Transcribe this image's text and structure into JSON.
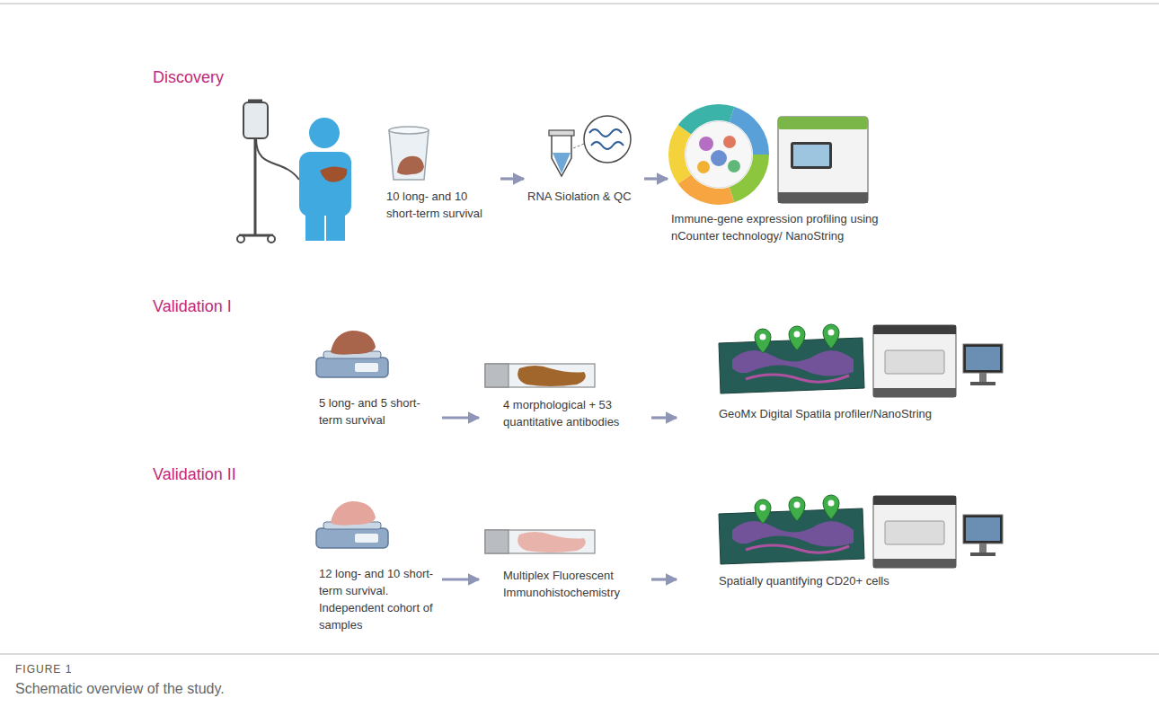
{
  "diagram": {
    "caption": "Schematic overview of the study.",
    "nodes": [
      {
        "text": [
          "10 long- and 10 short-term survival"
        ]
      },
      {
        "text": [
          "RNA Siolation & QC"
        ]
      },
      {
        "text": [
          "Immune-gene expression profiling using nCounter technology/ NanoString"
        ]
      },
      {
        "text": [
          "5 long- and 5 short-term survival"
        ]
      },
      {
        "text": [
          "4 morphological + 53 quantitative antibodies"
        ]
      },
      {
        "text": [
          "GeoMx Digital Spatila profiler/NanoString"
        ]
      },
      {
        "text": [
          "12 long- and 10 short-term survival. Independent cohort of samples"
        ]
      },
      {
        "text": [
          "Multiplex Fluorescent Immunohistochemistry"
        ]
      },
      {
        "text": [
          "Spatially quantifying CD20+ cells"
        ]
      }
    ],
    "edges": [
      {
        "from": 0,
        "to": 1,
        "arrow": "to"
      },
      {
        "from": 1,
        "to": 2,
        "arrow": "to"
      },
      {
        "from": 3,
        "to": 4,
        "arrow": "to"
      },
      {
        "from": 4,
        "to": 5,
        "arrow": "to"
      },
      {
        "from": 6,
        "to": 7,
        "arrow": "to"
      },
      {
        "from": 7,
        "to": 8,
        "arrow": "to"
      }
    ],
    "labels": [
      "Discovery",
      "Validation I",
      "Validation II",
      "FIGURE 1"
    ]
  }
}
